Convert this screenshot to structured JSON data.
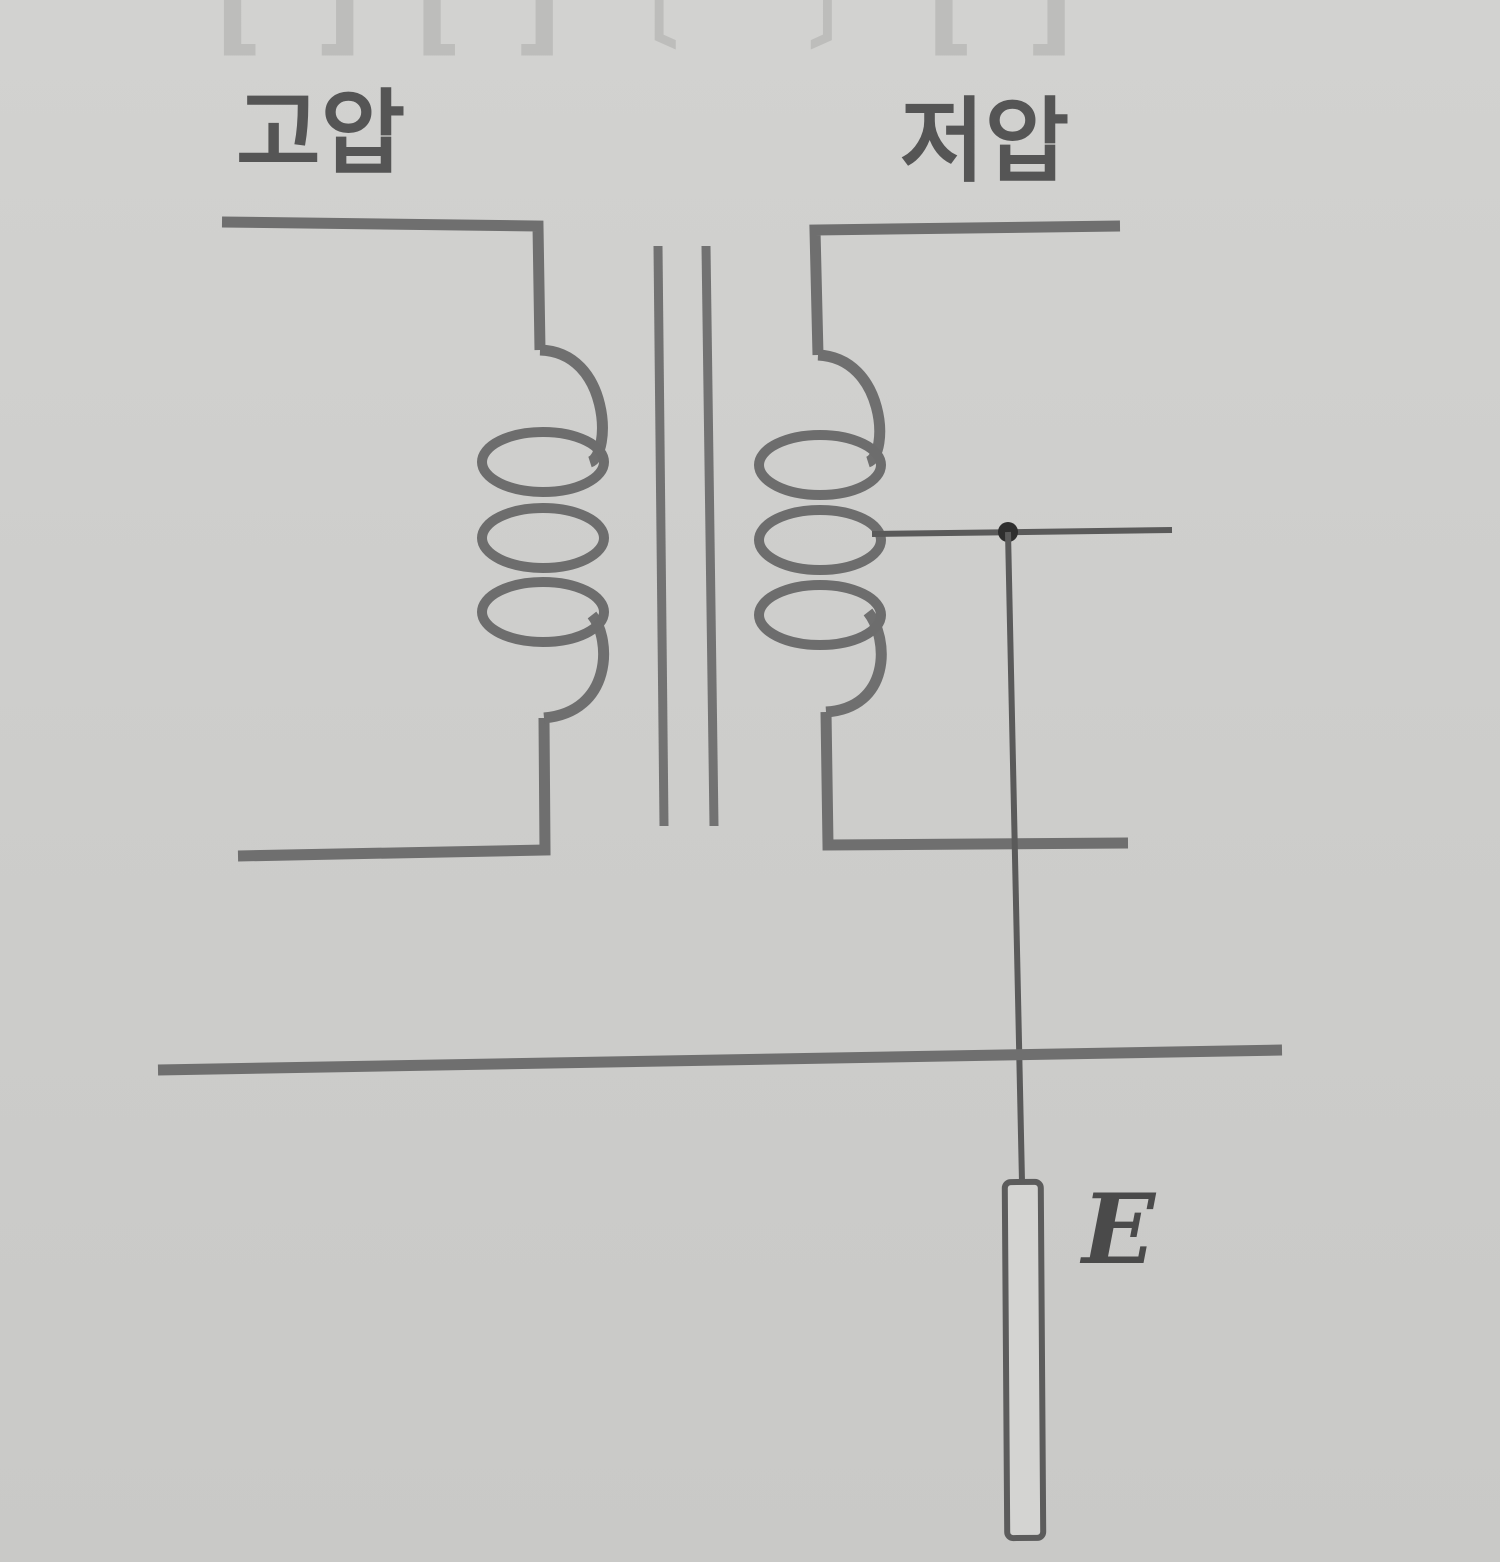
{
  "labels": {
    "high_voltage": "고압",
    "low_voltage": "저압",
    "earth_electrode": "E"
  },
  "colors": {
    "background": "#cfcfcd",
    "line": "#6f6f6f",
    "text": "#555555"
  }
}
